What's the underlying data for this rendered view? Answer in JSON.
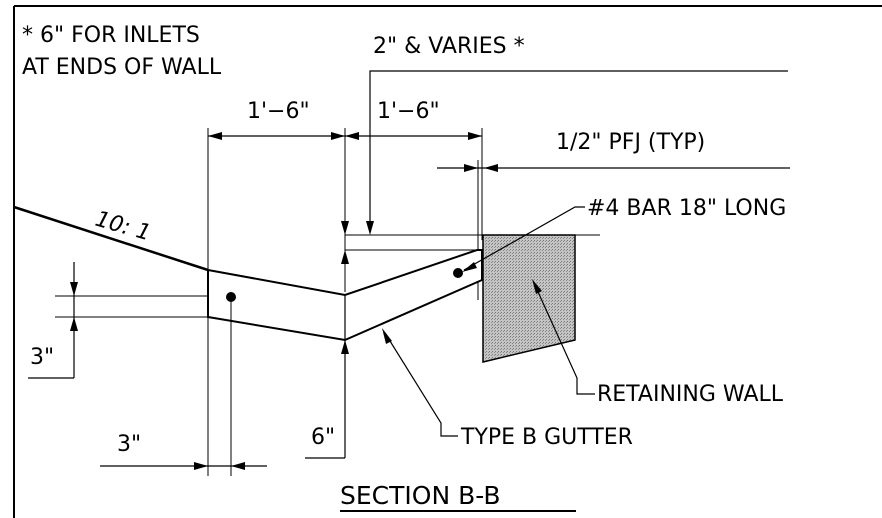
{
  "notes": {
    "inlet_line1": "* 6\" FOR INLETS",
    "inlet_line2": "AT ENDS OF WALL"
  },
  "dimensions": {
    "varies": "2\" & VARIES  *",
    "left_width": "1'−6\"",
    "right_width": "1'−6\"",
    "pfj": "1/2\" PFJ   (TYP)",
    "slope": "10: 1",
    "left_depth": "3\"",
    "bottom_offset": "3\"",
    "center_depth": "6\""
  },
  "callouts": {
    "bar": "#4 BAR 18\" LONG",
    "wall": "RETAINING WALL",
    "gutter": "TYPE B GUTTER"
  },
  "title": "SECTION  B-B",
  "colors": {
    "line": "#000000",
    "wall_fill": "#b8b8b8",
    "background": "#ffffff"
  }
}
